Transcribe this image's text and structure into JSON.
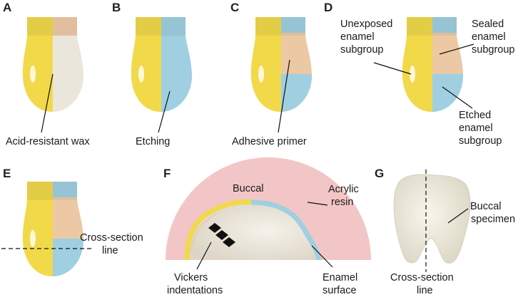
{
  "colors": {
    "wax": "#f1d94a",
    "etch": "#9fcfe0",
    "primer": "#ecc9a4",
    "enamel": "#ebe6dc",
    "resin": "#f2c6c6",
    "wax_edge": "#d8ba2a",
    "etch_edge": "#6fb0c8"
  },
  "panels": {
    "a": {
      "letter": "A",
      "label": "Acid-resistant wax"
    },
    "b": {
      "letter": "B",
      "label": "Etching"
    },
    "c": {
      "letter": "C",
      "label": "Adhesive primer"
    },
    "d": {
      "letter": "D",
      "unexposed": [
        "Unexposed",
        "enamel",
        "subgroup"
      ],
      "sealed": [
        "Sealed",
        "enamel",
        "subgroup"
      ],
      "etched": [
        "Etched",
        "enamel",
        "subgroup"
      ]
    },
    "e": {
      "letter": "E",
      "label": [
        "Cross-section",
        "line"
      ]
    },
    "f": {
      "letter": "F",
      "buccal": "Buccal",
      "acrylic": [
        "Acrylic",
        "resin"
      ],
      "vickers": [
        "Vickers",
        "indentations"
      ],
      "enamel": [
        "Enamel",
        "surface"
      ]
    },
    "g": {
      "letter": "G",
      "buccal": [
        "Buccal",
        "specimen"
      ],
      "cross": [
        "Cross-section",
        "line"
      ]
    }
  }
}
